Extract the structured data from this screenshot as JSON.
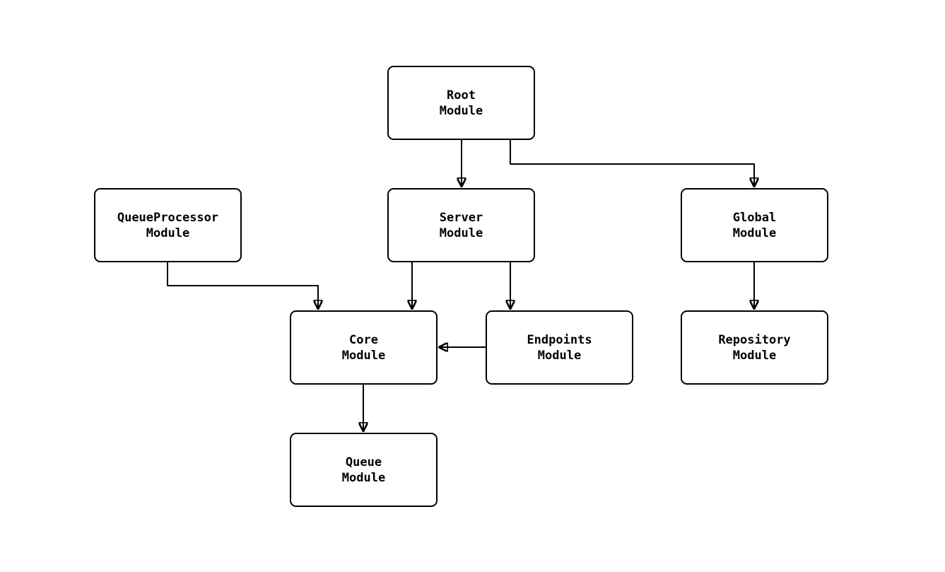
{
  "diagram": {
    "background_color": "#ffffff",
    "stroke_color": "#000000",
    "text_color": "#000000",
    "nodes": {
      "root": {
        "label": "Root\nModule"
      },
      "queue_processor": {
        "label": "QueueProcessor\nModule"
      },
      "server": {
        "label": "Server\nModule"
      },
      "global": {
        "label": "Global\nModule"
      },
      "core": {
        "label": "Core\nModule"
      },
      "endpoints": {
        "label": "Endpoints\nModule"
      },
      "repository": {
        "label": "Repository\nModule"
      },
      "queue": {
        "label": "Queue\nModule"
      }
    },
    "edges": [
      {
        "from": "Root Module",
        "to": "Server Module"
      },
      {
        "from": "Root Module",
        "to": "Global Module"
      },
      {
        "from": "QueueProcessor Module",
        "to": "Core Module"
      },
      {
        "from": "Server Module",
        "to": "Core Module"
      },
      {
        "from": "Server Module",
        "to": "Endpoints Module"
      },
      {
        "from": "Endpoints Module",
        "to": "Core Module"
      },
      {
        "from": "Global Module",
        "to": "Repository Module"
      },
      {
        "from": "Core Module",
        "to": "Queue Module"
      }
    ]
  }
}
